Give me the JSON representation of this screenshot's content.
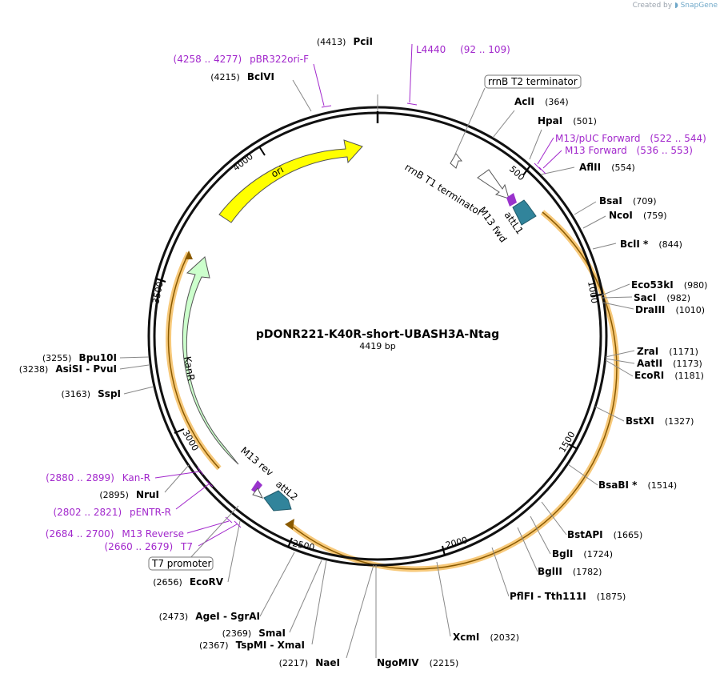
{
  "credit": {
    "prefix": "Created by",
    "brand": "SnapGene"
  },
  "plasmid": {
    "name": "pDONR221-K40R-short-UBASH3A-Ntag",
    "size_label": "4419 bp",
    "length": 4419
  },
  "ticks": [
    "500",
    "1000",
    "1500",
    "2000",
    "2500",
    "3000",
    "3500",
    "4000"
  ],
  "sites": [
    {
      "name": "PciI",
      "pos": "(4413)",
      "bp": 4413
    },
    {
      "name": "BclVI",
      "pos": "(4215)",
      "bp": 4215
    },
    {
      "name": "AclI",
      "pos": "(364)",
      "bp": 364
    },
    {
      "name": "HpaI",
      "pos": "(501)",
      "bp": 501
    },
    {
      "name": "AflII",
      "pos": "(554)",
      "bp": 554
    },
    {
      "name": "BsaI",
      "pos": "(709)",
      "bp": 709
    },
    {
      "name": "NcoI",
      "pos": "(759)",
      "bp": 759
    },
    {
      "name": "BclI *",
      "pos": "(844)",
      "bp": 844
    },
    {
      "name": "Eco53kI",
      "pos": "(980)",
      "bp": 980
    },
    {
      "name": "SacI",
      "pos": "(982)",
      "bp": 982
    },
    {
      "name": "DraIII",
      "pos": "(1010)",
      "bp": 1010
    },
    {
      "name": "ZraI",
      "pos": "(1171)",
      "bp": 1171
    },
    {
      "name": "AatII",
      "pos": "(1173)",
      "bp": 1173
    },
    {
      "name": "EcoRI",
      "pos": "(1181)",
      "bp": 1181
    },
    {
      "name": "BstXI",
      "pos": "(1327)",
      "bp": 1327
    },
    {
      "name": "BsaBI *",
      "pos": "(1514)",
      "bp": 1514
    },
    {
      "name": "BstAPI",
      "pos": "(1665)",
      "bp": 1665
    },
    {
      "name": "BglI",
      "pos": "(1724)",
      "bp": 1724
    },
    {
      "name": "BglII",
      "pos": "(1782)",
      "bp": 1782
    },
    {
      "name": "PflFI - Tth111I",
      "pos": "(1875)",
      "bp": 1875
    },
    {
      "name": "XcmI",
      "pos": "(2032)",
      "bp": 2032
    },
    {
      "name": "NgoMIV",
      "pos": "(2215)",
      "bp": 2215
    },
    {
      "name": "NaeI",
      "pos": "(2217)",
      "bp": 2217
    },
    {
      "name": "TspMI - XmaI",
      "pos": "(2367)",
      "bp": 2367
    },
    {
      "name": "SmaI",
      "pos": "(2369)",
      "bp": 2369
    },
    {
      "name": "AgeI - SgrAI",
      "pos": "(2473)",
      "bp": 2473
    },
    {
      "name": "EcoRV",
      "pos": "(2656)",
      "bp": 2656
    },
    {
      "name": "NruI",
      "pos": "(2895)",
      "bp": 2895
    },
    {
      "name": "SspI",
      "pos": "(3163)",
      "bp": 3163
    },
    {
      "name": "AsiSI - PvuI",
      "pos": "(3238)",
      "bp": 3238
    },
    {
      "name": "Bpu10I",
      "pos": "(3255)",
      "bp": 3255
    }
  ],
  "primers": [
    {
      "name": "pBR322ori-F",
      "range": "(4258 .. 4277)",
      "bp": 4268
    },
    {
      "name": "L4440",
      "range": "(92 .. 109)",
      "bp": 100
    },
    {
      "name": "M13/pUC Forward",
      "range": "(522 .. 544)",
      "bp": 533
    },
    {
      "name": "M13 Forward",
      "range": "(536 .. 553)",
      "bp": 545
    },
    {
      "name": "Kan-R",
      "range": "(2880 .. 2899)",
      "bp": 2890
    },
    {
      "name": "pENTR-R",
      "range": "(2802 .. 2821)",
      "bp": 2812
    },
    {
      "name": "M13 Reverse",
      "range": "(2684 .. 2700)",
      "bp": 2692
    },
    {
      "name": "T7",
      "range": "(2660 .. 2679)",
      "bp": 2670
    }
  ],
  "features": [
    {
      "name": "ori",
      "color": "#ffff00"
    },
    {
      "name": "KanR",
      "color": "#ccffcc"
    },
    {
      "name": "rrnB T1 terminator",
      "color": "#ffffff"
    },
    {
      "name": "rrnB T2 terminator",
      "color": "#ffffff"
    },
    {
      "name": "T7 promoter",
      "color": "#ffffff"
    },
    {
      "name": "attL1",
      "color": "#31849b"
    },
    {
      "name": "attL2",
      "color": "#31849b"
    },
    {
      "name": "M13 fwd",
      "color": "#9933cc"
    },
    {
      "name": "M13 rev",
      "color": "#9933cc"
    }
  ],
  "colors": {
    "primer": "#a228cc",
    "insert_highlight": "#f7c97a",
    "backbone": "#000000"
  }
}
